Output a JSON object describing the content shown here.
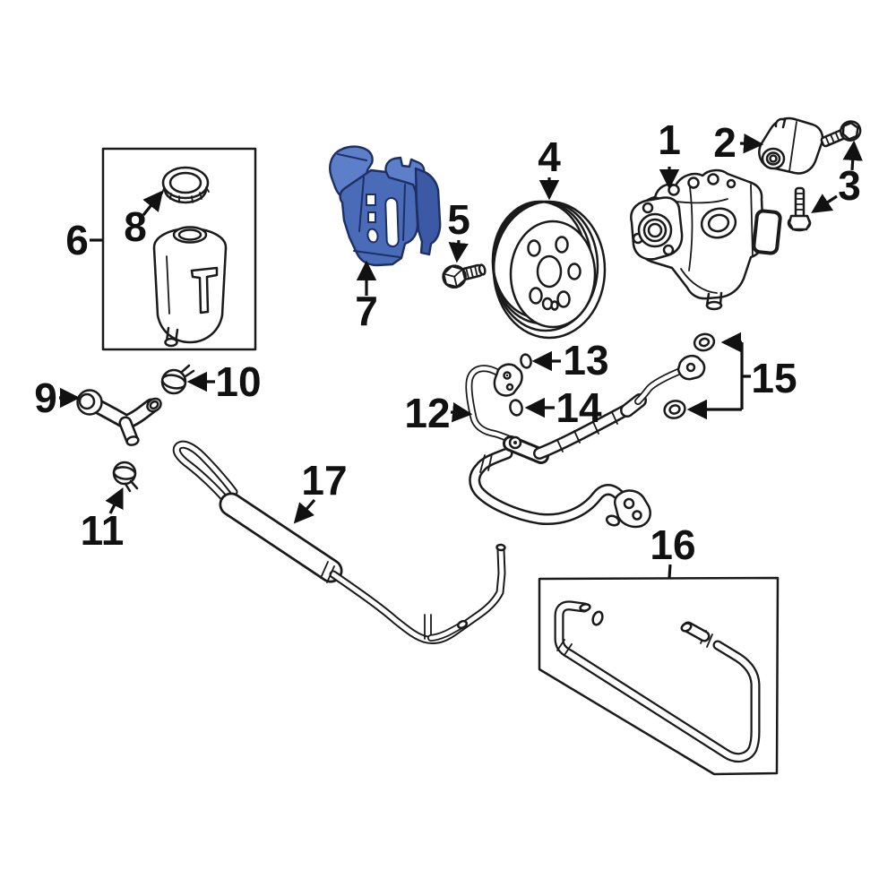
{
  "diagram": {
    "background": "#ffffff",
    "line_color": "#1a1a1a",
    "label_color": "#111111",
    "highlighted_part": "7",
    "highlight_colors": {
      "face": "#4a6bb8",
      "light": "#5d7fc9",
      "dark": "#3c59a5",
      "outline": "#1d2f63"
    },
    "parts": [
      {
        "label": "1"
      },
      {
        "label": "2"
      },
      {
        "label": "3"
      },
      {
        "label": "4"
      },
      {
        "label": "5"
      },
      {
        "label": "6"
      },
      {
        "label": "7"
      },
      {
        "label": "8"
      },
      {
        "label": "9"
      },
      {
        "label": "10"
      },
      {
        "label": "11"
      },
      {
        "label": "12"
      },
      {
        "label": "13"
      },
      {
        "label": "14"
      },
      {
        "label": "15"
      },
      {
        "label": "16"
      },
      {
        "label": "17"
      }
    ]
  }
}
